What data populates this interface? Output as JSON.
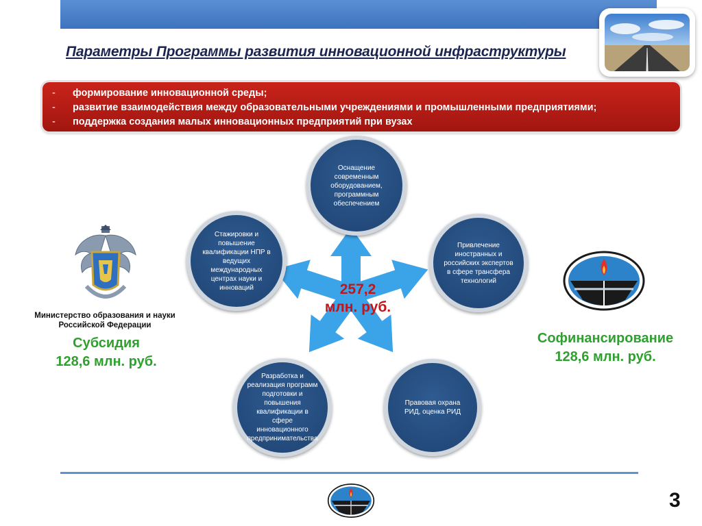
{
  "title": "Параметры Программы развития инновационной инфраструктуры",
  "goals": [
    "формирование инновационной среды;",
    "развитие взаимодействия между образовательными учреждениями и промышленными предприятиями;",
    "поддержка создания малых инновационных предприятий при вузах"
  ],
  "center": {
    "amount": "257,2",
    "unit": "млн. руб."
  },
  "directions": [
    "Оснащение современным оборудованием, программным обеспечением",
    "Привлечение иностранных и российских экспертов в сфере трансфера технологий",
    "Правовая охрана РИД, оценка РИД",
    "Разработка и реализация программ подготовки и повышения квалификации в сфере инновационного предпринимательства",
    "Стажировки и повышение квалификации НПР в ведущих международных центрах науки и инноваций"
  ],
  "ministry": {
    "name": "Министерство образования и науки Российской Федерации",
    "funding_label": "Субсидия",
    "funding_amount": "128,6 млн. руб."
  },
  "cofunding": {
    "label": "Софинансирование",
    "amount": "128,6 млн. руб."
  },
  "page_number": "3",
  "colors": {
    "circle": "#1f4674",
    "arrow": "#3ba3e8",
    "banner": "#b81d15",
    "accent_green": "#2fa02f",
    "amount_red": "#c0151a"
  }
}
